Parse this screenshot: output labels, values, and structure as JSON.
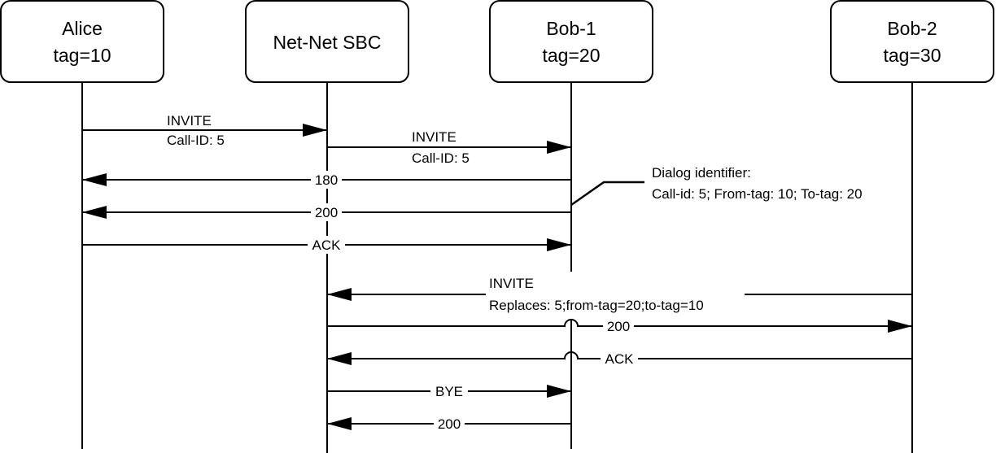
{
  "participants": [
    {
      "id": "alice",
      "line1": "Alice",
      "line2": "tag=10"
    },
    {
      "id": "sbc",
      "line1": "Net-Net SBC",
      "line2": ""
    },
    {
      "id": "bob1",
      "line1": "Bob-1",
      "line2": "tag=20"
    },
    {
      "id": "bob2",
      "line1": "Bob-2",
      "line2": "tag=30"
    }
  ],
  "messages": [
    {
      "id": "m1",
      "from": "alice",
      "to": "sbc",
      "line1": "INVITE",
      "line2": "Call-ID: 5"
    },
    {
      "id": "m2",
      "from": "sbc",
      "to": "bob1",
      "line1": "INVITE",
      "line2": "Call-ID: 5"
    },
    {
      "id": "m3",
      "from": "bob1",
      "to": "alice",
      "line1": "180",
      "line2": ""
    },
    {
      "id": "m4",
      "from": "bob1",
      "to": "alice",
      "line1": "200",
      "line2": ""
    },
    {
      "id": "m5",
      "from": "alice",
      "to": "bob1",
      "line1": "ACK",
      "line2": ""
    },
    {
      "id": "m6",
      "from": "bob2",
      "to": "sbc",
      "line1": "INVITE",
      "line2": "Replaces: 5;from-tag=20;to-tag=10"
    },
    {
      "id": "m7",
      "from": "sbc",
      "to": "bob2",
      "line1": "200",
      "line2": ""
    },
    {
      "id": "m8",
      "from": "bob2",
      "to": "sbc",
      "line1": "ACK",
      "line2": ""
    },
    {
      "id": "m9",
      "from": "sbc",
      "to": "bob1",
      "line1": "BYE",
      "line2": ""
    },
    {
      "id": "m10",
      "from": "bob1",
      "to": "sbc",
      "line1": "200",
      "line2": ""
    }
  ],
  "annotation": {
    "line1": "Dialog identifier:",
    "line2": "Call-id: 5; From-tag: 10; To-tag: 20"
  }
}
